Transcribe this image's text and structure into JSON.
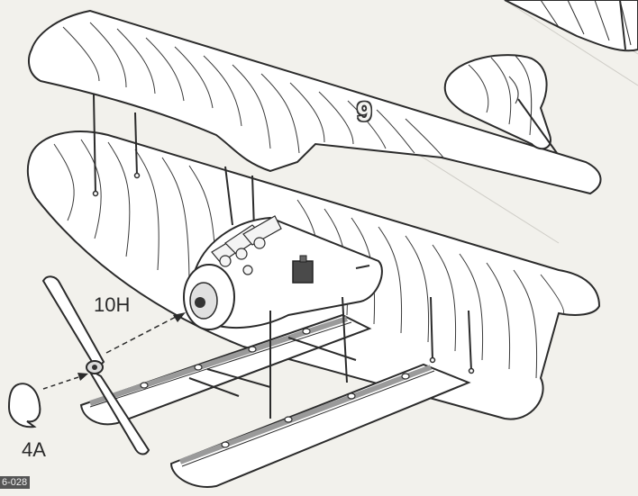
{
  "diagram": {
    "step_number": "9",
    "parts": [
      {
        "id": "propeller",
        "label": "10H"
      },
      {
        "id": "spinner",
        "label": "4A"
      }
    ],
    "page_code": "6-028",
    "colors": {
      "paper": "#f2f1ec",
      "line": "#2b2b2b",
      "fill": "#ffffff",
      "float_shade": "#9a9a9a"
    }
  }
}
